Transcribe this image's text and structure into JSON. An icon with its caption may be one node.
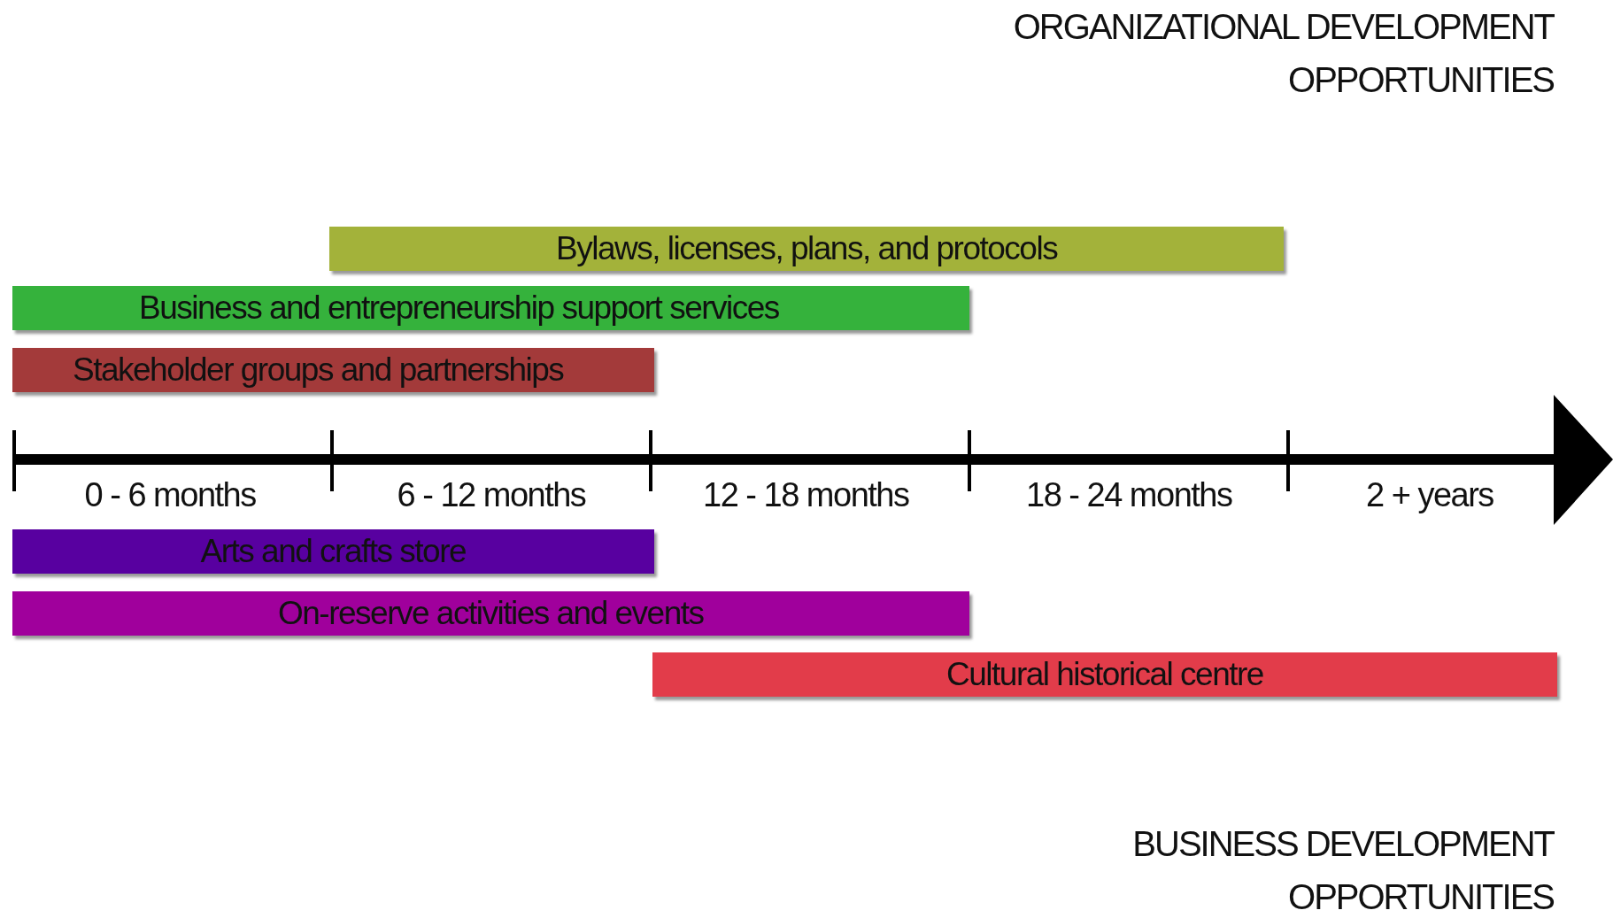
{
  "diagram": {
    "nodes": [
      {
        "text": [
          "Bylaws, licenses, plans, and protocols"
        ]
      },
      {
        "text": [
          "Business and entrepreneurship support services"
        ]
      },
      {
        "text": [
          "Stakeholder groups and partnerships"
        ]
      },
      {
        "text": [
          "Arts and crafts store"
        ]
      },
      {
        "text": [
          "On-reserve activities and events"
        ]
      },
      {
        "text": [
          "Cultural historical centre"
        ]
      }
    ],
    "edges": [],
    "labels": [
      "ORGANIZATIONAL DEVELOPMENT OPPORTUNITIES",
      "0 - 6 months",
      "6 - 12 months",
      "12 - 18 months",
      "18 - 24 months",
      "2 + years",
      "BUSINESS DEVELOPMENT OPPORTUNITIES"
    ]
  }
}
